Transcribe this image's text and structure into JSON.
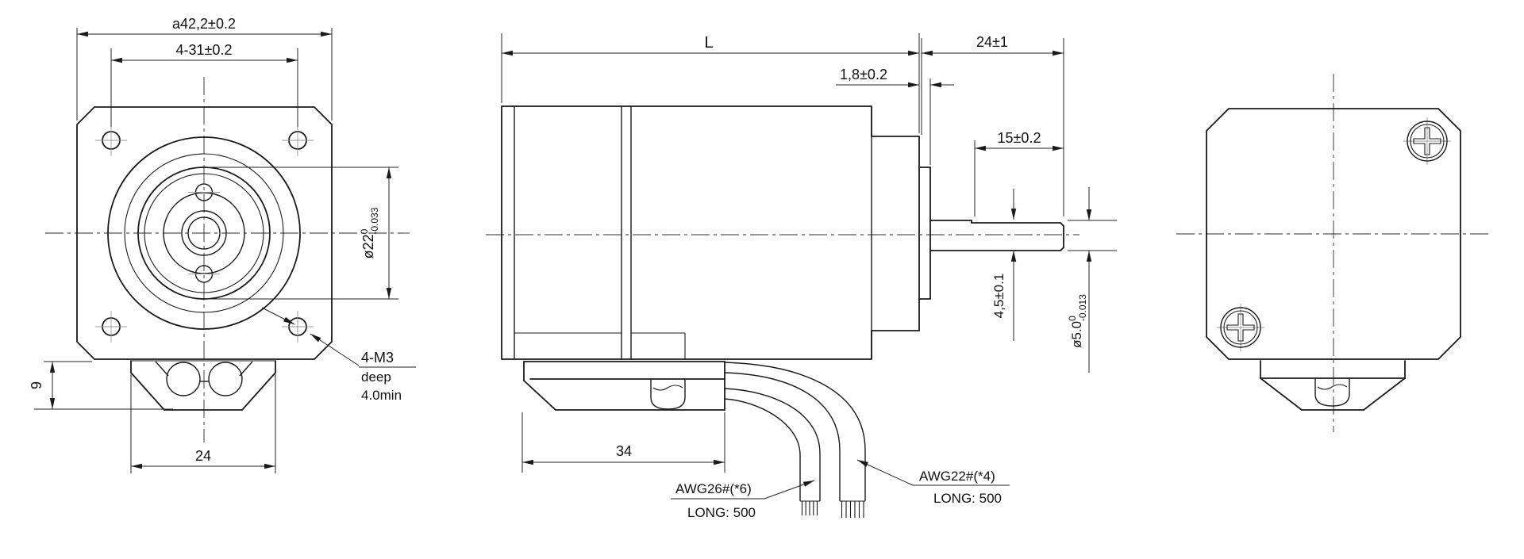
{
  "colors": {
    "line": "#1a1a1a",
    "background": "#ffffff"
  },
  "front_view": {
    "square": "a42,2±0.2",
    "holes": "4-31±0.2",
    "pilot": "ø22",
    "pilot_tol_upper": "0",
    "pilot_tol_lower": "-0.033",
    "conn_height": "9",
    "conn_width": "24",
    "thread_note_1": "4-M3",
    "thread_note_2": "deep",
    "thread_note_3": "4.0min"
  },
  "side_view": {
    "body_length": "L",
    "shaft_extension": "24±1",
    "boss_thickness": "1,8±0.2",
    "flat_length": "15±0.2",
    "flat_height": "4,5±0.1",
    "shaft_dia": "ø5.0",
    "shaft_tol_upper": "0",
    "shaft_tol_lower": "-0.013",
    "conn_length": "34",
    "wire_label_1_line1": "AWG26#(*6)",
    "wire_label_1_line2": "LONG: 500",
    "wire_label_2_line1": "AWG22#(*4)",
    "wire_label_2_line2": "LONG: 500"
  }
}
